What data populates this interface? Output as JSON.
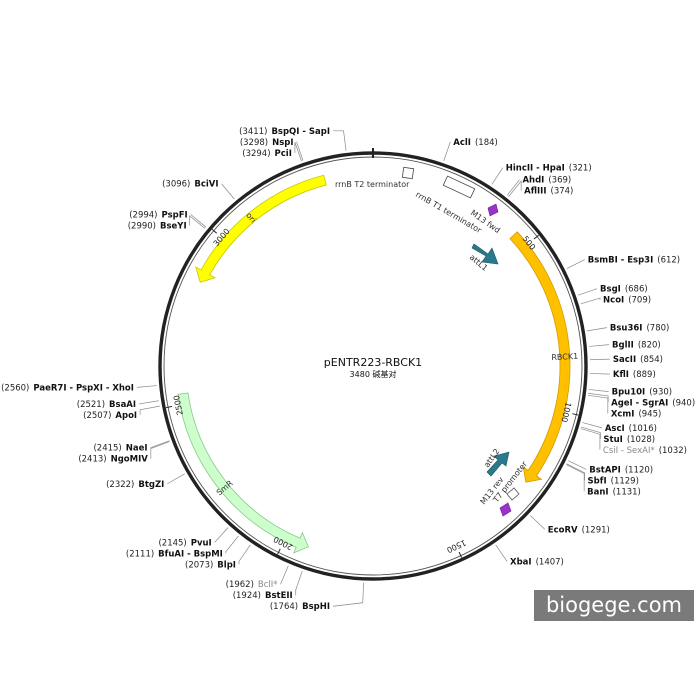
{
  "plasmid": {
    "name": "pENTR223-RBCK1",
    "size_text": "3480 碱基对",
    "length_bp": 3480
  },
  "ticks": [
    "500",
    "1000",
    "1500",
    "2000",
    "2500",
    "3000"
  ],
  "features": [
    {
      "name": "ori",
      "start": 2860,
      "end": 3340,
      "direction": "ccw",
      "color": "#ffff00",
      "stroke": "#c8c800",
      "label": "ori"
    },
    {
      "name": "SmR",
      "start": 1930,
      "end": 2530,
      "direction": "ccw",
      "color": "#ccffcc",
      "stroke": "#88c888",
      "label": "SmR"
    },
    {
      "name": "RBCK1",
      "start": 455,
      "end": 1230,
      "direction": "cw",
      "color": "#ffc000",
      "stroke": "#d49a00",
      "label": "RBCK1"
    }
  ],
  "small_features": [
    {
      "name": "rrnB T2 terminator",
      "label": "rrnB T2 terminator"
    },
    {
      "name": "rrnB T1 terminator",
      "label": "rrnB T1 terminator"
    },
    {
      "name": "M13 fwd",
      "label": "M13 fwd"
    },
    {
      "name": "attL1",
      "label": "attL1"
    },
    {
      "name": "attL2",
      "label": "attL2"
    },
    {
      "name": "M13 rev",
      "label": "M13 rev"
    },
    {
      "name": "T7 promoter",
      "label": "T7 promoter"
    }
  ],
  "sites": [
    {
      "pos": "(184)",
      "name": "AclI",
      "bp": 184,
      "side": "right"
    },
    {
      "pos": "(321)",
      "name": "HincII - HpaI",
      "bp": 321,
      "side": "right"
    },
    {
      "pos": "(369)",
      "name": "AhdI",
      "bp": 369,
      "side": "right"
    },
    {
      "pos": "(374)",
      "name": "AflIII",
      "bp": 374,
      "side": "right"
    },
    {
      "pos": "(612)",
      "name": "BsmBI - Esp3I",
      "bp": 612,
      "side": "right"
    },
    {
      "pos": "(686)",
      "name": "BsgI",
      "bp": 686,
      "side": "right"
    },
    {
      "pos": "(709)",
      "name": "NcoI",
      "bp": 709,
      "side": "right"
    },
    {
      "pos": "(780)",
      "name": "Bsu36I",
      "bp": 780,
      "side": "right"
    },
    {
      "pos": "(820)",
      "name": "BglII",
      "bp": 820,
      "side": "right"
    },
    {
      "pos": "(854)",
      "name": "SacII",
      "bp": 854,
      "side": "right"
    },
    {
      "pos": "(889)",
      "name": "KflI",
      "bp": 889,
      "side": "right"
    },
    {
      "pos": "(930)",
      "name": "Bpu10I",
      "bp": 930,
      "side": "right"
    },
    {
      "pos": "(940)",
      "name": "AgeI - SgrAI",
      "bp": 940,
      "side": "right"
    },
    {
      "pos": "(945)",
      "name": "XcmI",
      "bp": 945,
      "side": "right"
    },
    {
      "pos": "(1016)",
      "name": "AscI",
      "bp": 1016,
      "side": "right"
    },
    {
      "pos": "(1028)",
      "name": "StuI",
      "bp": 1028,
      "side": "right"
    },
    {
      "pos": "(1032)",
      "name": "CsiI - SexAI*",
      "bp": 1032,
      "side": "right"
    },
    {
      "pos": "(1120)",
      "name": "BstAPI",
      "bp": 1120,
      "side": "right"
    },
    {
      "pos": "(1129)",
      "name": "SbfI",
      "bp": 1129,
      "side": "right"
    },
    {
      "pos": "(1131)",
      "name": "BanI",
      "bp": 1131,
      "side": "right"
    },
    {
      "pos": "(1291)",
      "name": "EcoRV",
      "bp": 1291,
      "side": "right"
    },
    {
      "pos": "(1407)",
      "name": "XbaI",
      "bp": 1407,
      "side": "right"
    },
    {
      "pos": "(1764)",
      "name": "BspHI",
      "bp": 1764,
      "side": "left"
    },
    {
      "pos": "(1924)",
      "name": "BstEII",
      "bp": 1924,
      "side": "left"
    },
    {
      "pos": "(1962)",
      "name": "BclI*",
      "bp": 1962,
      "side": "left"
    },
    {
      "pos": "(2073)",
      "name": "BlpI",
      "bp": 2073,
      "side": "left"
    },
    {
      "pos": "(2111)",
      "name": "BfuAI - BspMI",
      "bp": 2111,
      "side": "left"
    },
    {
      "pos": "(2145)",
      "name": "PvuI",
      "bp": 2145,
      "side": "left"
    },
    {
      "pos": "(2322)",
      "name": "BtgZI",
      "bp": 2322,
      "side": "left"
    },
    {
      "pos": "(2413)",
      "name": "NgoMIV",
      "bp": 2413,
      "side": "left"
    },
    {
      "pos": "(2415)",
      "name": "NaeI",
      "bp": 2415,
      "side": "left"
    },
    {
      "pos": "(2507)",
      "name": "ApoI",
      "bp": 2507,
      "side": "left"
    },
    {
      "pos": "(2521)",
      "name": "BsaAI",
      "bp": 2521,
      "side": "left"
    },
    {
      "pos": "(2560)",
      "name": "PaeR7I - PspXI - XhoI",
      "bp": 2560,
      "side": "left"
    },
    {
      "pos": "(2990)",
      "name": "BseYI",
      "bp": 2990,
      "side": "left"
    },
    {
      "pos": "(2994)",
      "name": "PspFI",
      "bp": 2994,
      "side": "left"
    },
    {
      "pos": "(3096)",
      "name": "BciVI",
      "bp": 3096,
      "side": "left"
    },
    {
      "pos": "(3294)",
      "name": "PciI",
      "bp": 3294,
      "side": "left"
    },
    {
      "pos": "(3298)",
      "name": "NspI",
      "bp": 3298,
      "side": "left"
    },
    {
      "pos": "(3411)",
      "name": "BspQI - SapI",
      "bp": 3411,
      "side": "left"
    }
  ],
  "watermark": "biogege.com",
  "colors": {
    "backbone": "#222222",
    "ori": "#ffff00",
    "smr": "#ccffcc",
    "rbck1": "#ffc000",
    "att": "#2a7a8c",
    "m13": "#9933cc"
  }
}
